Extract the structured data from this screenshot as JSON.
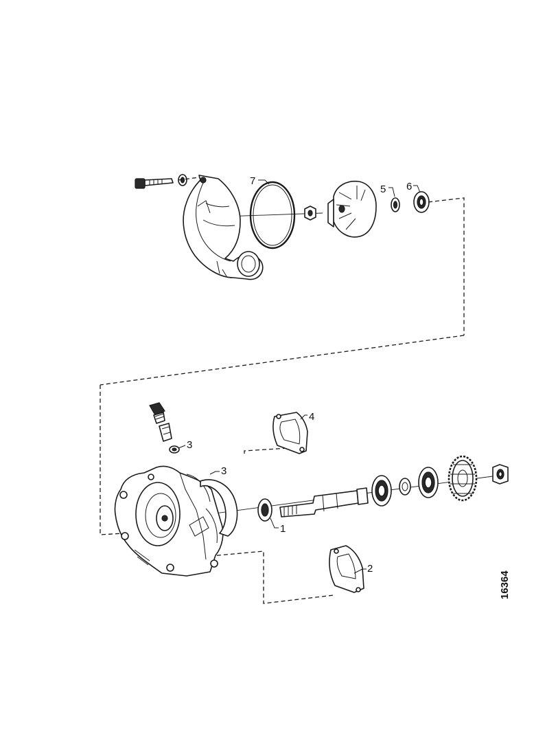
{
  "drawing_number": "16364",
  "callouts": {
    "c1": "1",
    "c2": "2",
    "c3a": "3",
    "c3b": "3",
    "c4": "4",
    "c5": "5",
    "c6": "6",
    "c7": "7"
  },
  "colors": {
    "ink": "#1a1a1a",
    "paper": "#ffffff"
  }
}
